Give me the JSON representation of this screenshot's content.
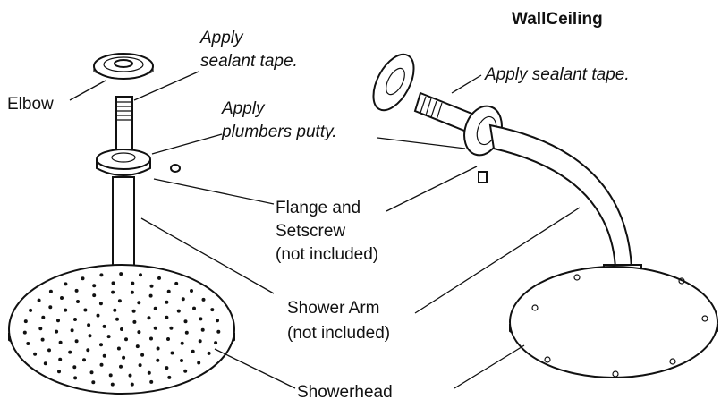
{
  "heading": "WallCeiling",
  "labels": {
    "elbow": "Elbow",
    "tape_left_1": "Apply",
    "tape_left_2": "sealant tape.",
    "putty_1": "Apply",
    "putty_2": "plumbers putty.",
    "flange_1": "Flange and",
    "flange_2": "Setscrew",
    "flange_3": "(not included)",
    "arm_1": "Shower Arm",
    "arm_2": "(not included)",
    "showerhead": "Showerhead",
    "tape_right": "Apply sealant tape."
  }
}
